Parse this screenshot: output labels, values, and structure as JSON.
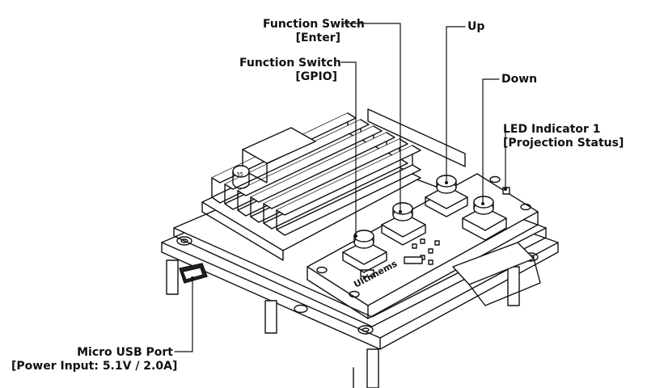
{
  "labels": {
    "fs_enter": {
      "line1": "Function Switch",
      "line2": "[Enter]"
    },
    "up": {
      "line1": "Up"
    },
    "fs_gpio": {
      "line1": "Function Switch",
      "line2": "[GPIO]"
    },
    "down": {
      "line1": "Down"
    },
    "led": {
      "line1": "LED Indicator 1",
      "line2": "[Projection Status]"
    },
    "usb": {
      "line1": "Micro USB Port",
      "line2": "[Power Input: 5.1V / 2.0A]"
    }
  },
  "board_text": {
    "brand": "Ultimems",
    "cap_marking": "35"
  }
}
